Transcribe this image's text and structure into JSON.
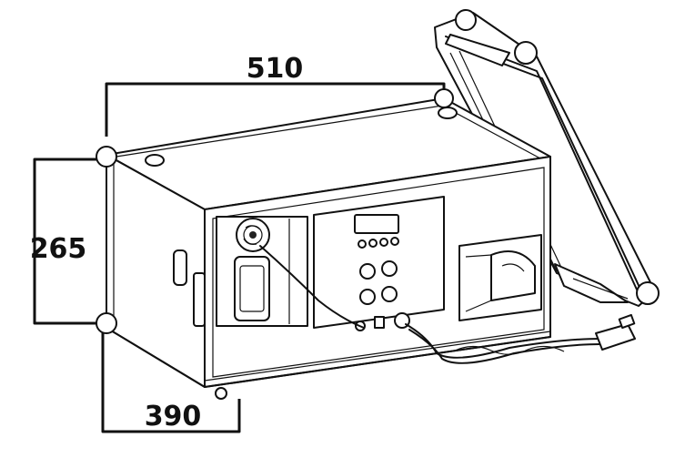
{
  "dimensions": {
    "width_label": "510",
    "height_label": "265",
    "depth_label": "390"
  },
  "display": {
    "screen_text": ""
  },
  "colors": {
    "line": "#111111",
    "background": "#ffffff"
  }
}
